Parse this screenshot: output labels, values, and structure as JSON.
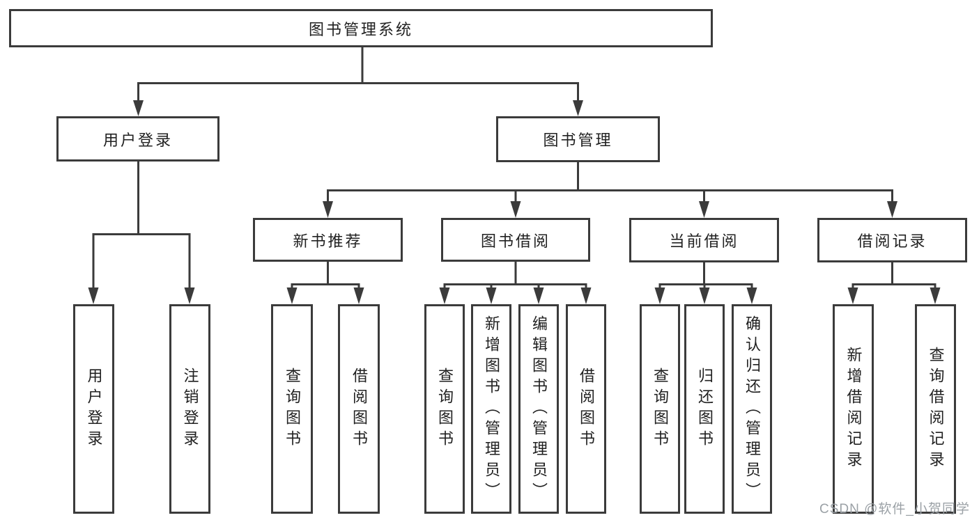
{
  "diagram": {
    "root": {
      "label": "图书管理系统"
    },
    "branches": [
      {
        "label": "用户登录"
      },
      {
        "label": "图书管理"
      }
    ],
    "modules": [
      {
        "label": "新书推荐",
        "parent": "图书管理"
      },
      {
        "label": "图书借阅",
        "parent": "图书管理"
      },
      {
        "label": "当前借阅",
        "parent": "图书管理"
      },
      {
        "label": "借阅记录",
        "parent": "图书管理"
      }
    ],
    "functions": [
      {
        "label": "用户登录",
        "parent": "用户登录"
      },
      {
        "label": "注销登录",
        "parent": "用户登录"
      },
      {
        "label": "查询图书",
        "parent": "新书推荐"
      },
      {
        "label": "借阅图书",
        "parent": "新书推荐"
      },
      {
        "label": "查询图书",
        "parent": "图书借阅"
      },
      {
        "label": "新增图书（管理员）",
        "parent": "图书借阅"
      },
      {
        "label": "编辑图书（管理员）",
        "parent": "图书借阅"
      },
      {
        "label": "借阅图书",
        "parent": "图书借阅"
      },
      {
        "label": "查询图书",
        "parent": "当前借阅"
      },
      {
        "label": "归还图书",
        "parent": "当前借阅"
      },
      {
        "label": "确认归还（管理员）",
        "parent": "当前借阅"
      },
      {
        "label": "新增借阅记录",
        "parent": "借阅记录"
      },
      {
        "label": "查询借阅记录",
        "parent": "借阅记录"
      }
    ]
  },
  "watermark": "CSDN @软件_小贺同学",
  "colors": {
    "line": "#3b3b3b",
    "text": "#212121",
    "watermark": "#9ba1a6",
    "background": "#ffffff"
  }
}
